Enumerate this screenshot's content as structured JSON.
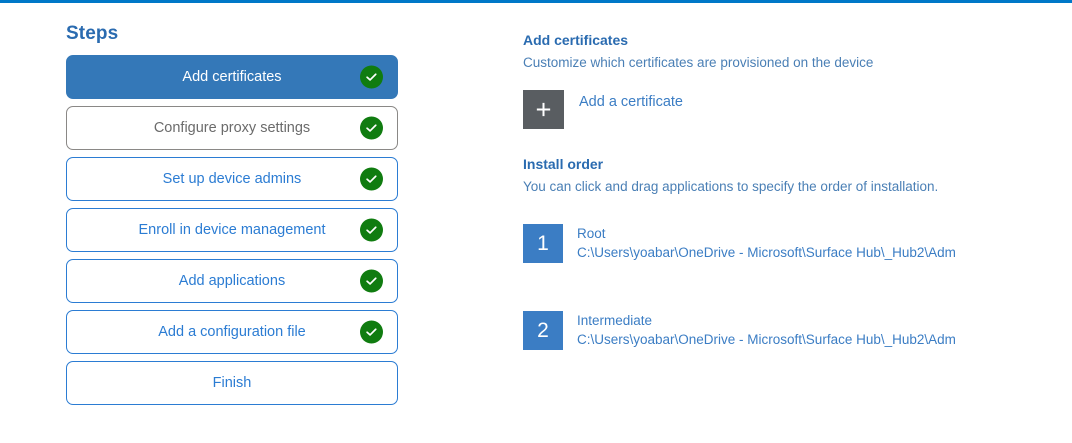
{
  "accent_colors": {
    "top_bar": "#0078c8",
    "active_step": "#3478b8",
    "step_border": "#2b7cd3",
    "muted_border": "#8a8886",
    "check_green": "#107c10",
    "rank_blue": "#3b7dc4",
    "tile_gray": "#595d61",
    "heading_blue": "#2a6bb0"
  },
  "steps": {
    "heading": "Steps",
    "items": [
      {
        "label": "Add certificates",
        "state": "active",
        "completed": true,
        "icon": "check-circle-icon"
      },
      {
        "label": "Configure proxy settings",
        "state": "muted",
        "completed": true,
        "icon": "check-circle-icon"
      },
      {
        "label": "Set up device admins",
        "state": "default",
        "completed": true,
        "icon": "check-circle-icon"
      },
      {
        "label": "Enroll in device management",
        "state": "default",
        "completed": true,
        "icon": "check-circle-icon"
      },
      {
        "label": "Add applications",
        "state": "default",
        "completed": true,
        "icon": "check-circle-icon"
      },
      {
        "label": "Add a configuration file",
        "state": "default",
        "completed": true,
        "icon": "check-circle-icon"
      },
      {
        "label": "Finish",
        "state": "default",
        "completed": false,
        "icon": ""
      }
    ]
  },
  "detail": {
    "title": "Add certificates",
    "subtitle": "Customize which certificates are provisioned on the device",
    "add_certificate": {
      "label": "Add a certificate",
      "icon": "plus-icon"
    },
    "install_order": {
      "title": "Install order",
      "subtitle": "You can click and drag applications to specify the order of installation.",
      "items": [
        {
          "rank": "1",
          "name": "Root",
          "path": "C:\\Users\\yoabar\\OneDrive - Microsoft\\Surface Hub\\_Hub2\\Adm"
        },
        {
          "rank": "2",
          "name": "Intermediate",
          "path": "C:\\Users\\yoabar\\OneDrive - Microsoft\\Surface Hub\\_Hub2\\Adm"
        }
      ]
    }
  }
}
